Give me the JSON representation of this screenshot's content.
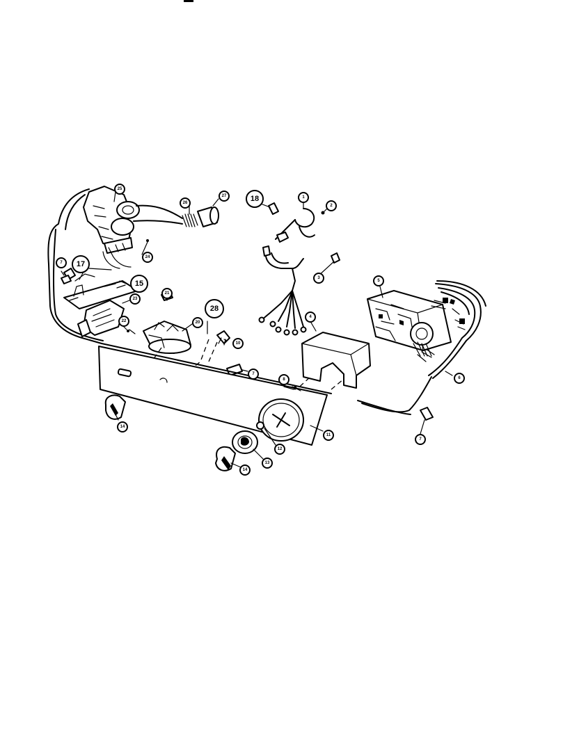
{
  "diagram": {
    "callouts": [
      {
        "id": "c1",
        "label": "1"
      },
      {
        "id": "c2",
        "label": "2"
      },
      {
        "id": "c3",
        "label": "3"
      },
      {
        "id": "c4",
        "label": "4"
      },
      {
        "id": "c5",
        "label": "5"
      },
      {
        "id": "c6",
        "label": "6"
      },
      {
        "id": "c7a",
        "label": "7"
      },
      {
        "id": "c7b",
        "label": "7"
      },
      {
        "id": "c7c",
        "label": "7"
      },
      {
        "id": "c8",
        "label": "8"
      },
      {
        "id": "c10",
        "label": "10"
      },
      {
        "id": "c11",
        "label": "11"
      },
      {
        "id": "c12",
        "label": "12"
      },
      {
        "id": "c13",
        "label": "13"
      },
      {
        "id": "c14a",
        "label": "14"
      },
      {
        "id": "c14b",
        "label": "14"
      },
      {
        "id": "c15",
        "label": "15"
      },
      {
        "id": "c17",
        "label": "17"
      },
      {
        "id": "c18",
        "label": "18"
      },
      {
        "id": "c20",
        "label": "20"
      },
      {
        "id": "c21",
        "label": "21"
      },
      {
        "id": "c22",
        "label": "22"
      },
      {
        "id": "c23",
        "label": "23"
      },
      {
        "id": "c24",
        "label": "24"
      },
      {
        "id": "c25",
        "label": "25"
      },
      {
        "id": "c26",
        "label": "26"
      },
      {
        "id": "c27",
        "label": "27"
      },
      {
        "id": "c28",
        "label": "28"
      }
    ]
  }
}
